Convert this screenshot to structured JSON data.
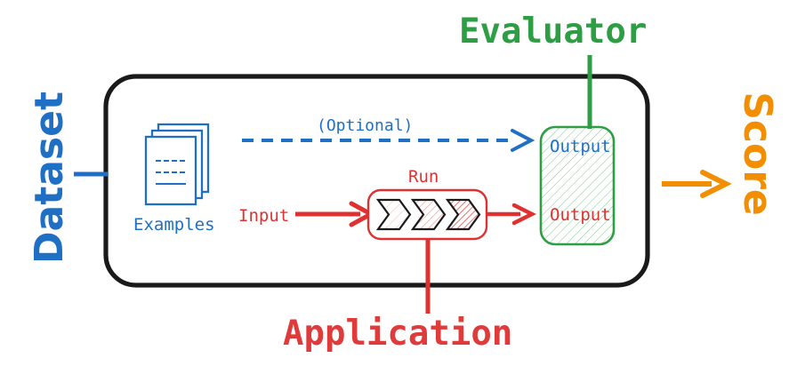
{
  "diagram": {
    "title": "Evaluation pipeline diagram",
    "colors": {
      "blue": "#1f6fc4",
      "red": "#e03131",
      "red_title": "#df3b3b",
      "green": "#2e9e44",
      "orange": "#f28e00",
      "black": "#1a1a1a",
      "background": "#ffffff"
    },
    "labels": {
      "dataset": "Dataset",
      "evaluator": "Evaluator",
      "application": "Application",
      "score": "Score",
      "examples": "Examples",
      "optional": "(Optional)",
      "input": "Input",
      "run": "Run",
      "output_expected": "Output",
      "output_actual": "Output"
    },
    "nodes": [
      {
        "id": "examples",
        "name": "examples-icon",
        "label": "Examples",
        "color": "#1f6fc4",
        "shape": "document-stack"
      },
      {
        "id": "run",
        "name": "run-box",
        "label": "Run",
        "color": "#e03131",
        "shape": "rounded-rect-chevrons"
      },
      {
        "id": "outputs",
        "name": "evaluator-output-box",
        "label": "Output",
        "color": "#2e9e44",
        "shape": "rounded-rect-hatched"
      }
    ],
    "edges": [
      {
        "id": "dataset-connector",
        "name": "dataset-connector-line",
        "style": "solid",
        "color": "#1f6fc4",
        "arrow": false,
        "label": ""
      },
      {
        "id": "optional-edge",
        "name": "optional-dashed-arrow",
        "style": "dashed",
        "color": "#1f6fc4",
        "arrow": true,
        "label": "(Optional)"
      },
      {
        "id": "input-edge",
        "name": "input-arrow",
        "style": "solid",
        "color": "#e03131",
        "arrow": true,
        "label": "Input"
      },
      {
        "id": "run-output-edge",
        "name": "run-to-output-arrow",
        "style": "solid",
        "color": "#e03131",
        "arrow": true,
        "label": ""
      },
      {
        "id": "evaluator-connector",
        "name": "evaluator-connector-line",
        "style": "solid",
        "color": "#2e9e44",
        "arrow": false,
        "label": ""
      },
      {
        "id": "application-connector",
        "name": "application-connector-line",
        "style": "solid",
        "color": "#e03131",
        "arrow": false,
        "label": ""
      },
      {
        "id": "score-edge",
        "name": "score-arrow",
        "style": "solid",
        "color": "#f28e00",
        "arrow": true,
        "label": ""
      }
    ],
    "container": {
      "name": "experiment-container",
      "shape": "rounded-rect",
      "color": "#1a1a1a"
    }
  }
}
